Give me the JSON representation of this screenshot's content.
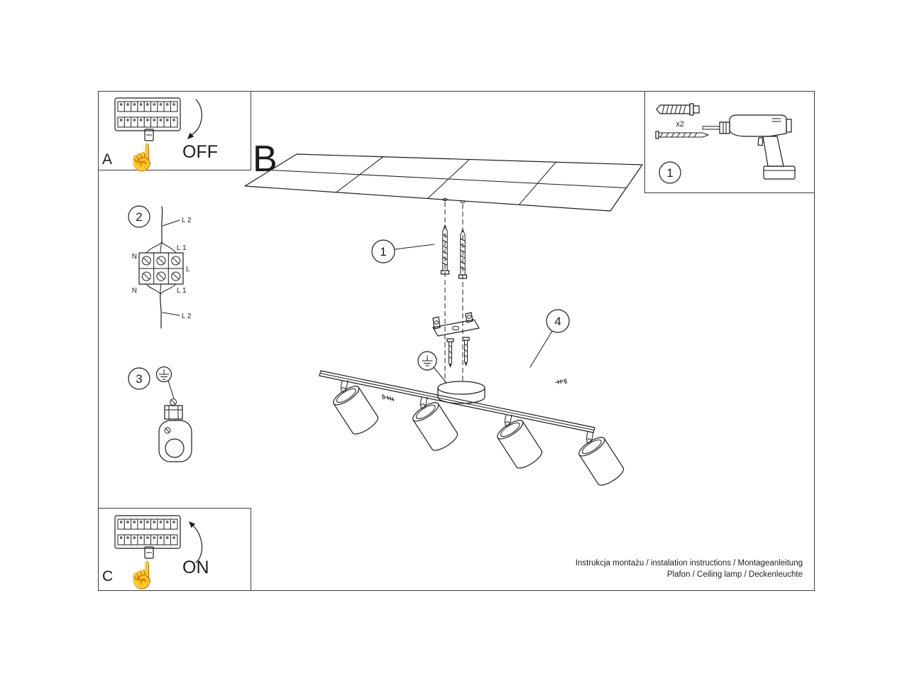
{
  "colors": {
    "ink": "#1c1c1c",
    "panel_border": "#3c3c3c",
    "background": "#ffffff"
  },
  "icons": {
    "hand": "☝"
  },
  "breaker_panels": {
    "a": {
      "label": "A",
      "state": "OFF"
    },
    "c": {
      "label": "C",
      "state": "ON"
    }
  },
  "section": {
    "label": "B"
  },
  "tools": {
    "step": "1",
    "anchor_qty": "x2"
  },
  "wiring": {
    "step": "2",
    "labels": {
      "incoming": "L 2",
      "top_left": "N",
      "top_right": "L 1",
      "mid_right": "L",
      "bottom_left": "N",
      "bottom_right": "L 1",
      "outgoing": "L 2"
    }
  },
  "grounding": {
    "step": "3"
  },
  "assembly": {
    "callout_screws": "1",
    "callout_rail": "4"
  },
  "footer": {
    "line1": "Instrukcja montażu / instalation instructions / Montageanleitung",
    "line2": "Plafon / Ceiling lamp / Deckenleuchte"
  }
}
